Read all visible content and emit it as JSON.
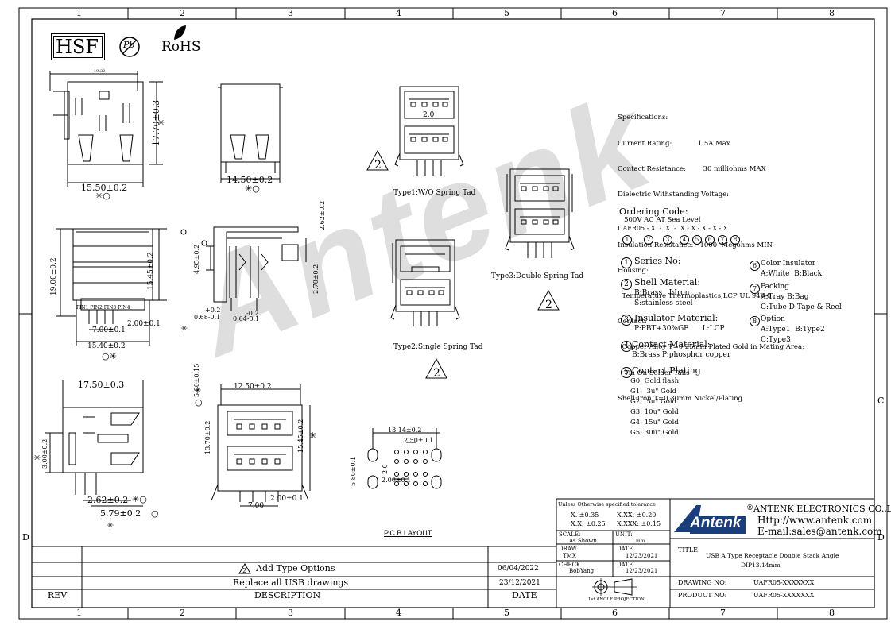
{
  "frame": {
    "top_columns": [
      "1",
      "2",
      "3",
      "4",
      "5",
      "6",
      "7",
      "8"
    ],
    "bottom_columns": [
      "1",
      "2",
      "3",
      "4",
      "5",
      "6",
      "7",
      "8"
    ],
    "left_rows": [
      "D"
    ],
    "right_rows": [
      "C",
      "D"
    ]
  },
  "logos": {
    "hsf": "HSF",
    "pb": "Pb",
    "rohs": "RoHS"
  },
  "watermark": "Antenk",
  "dims": {
    "d1_top": "19.30",
    "d1_side": "17.70±0.3",
    "d1_bottom": "15.50±0.2",
    "d2_bottom": "14.50±0.2",
    "d3_left": "19.00±0.2",
    "d3_right": "15.45±0.2",
    "d3_pins": "PIN1 PIN2 PIN3 PIN4",
    "d3_w": "2.00±0.1",
    "d3_p": "7.00±0.1",
    "d3_b": "15.40±0.2",
    "d4_a": "4.95±0.2",
    "d4_b": "2.62±0.2",
    "d4_c": "2.70±0.2",
    "d4_d": "+0.2",
    "d4_e": "0.68-0.1",
    "d4_f": "-0.2",
    "d4_g": "0.64-0.1",
    "d5_top": "17.50±0.3",
    "d5_left": "3.00±0.2",
    "d5_a": "2.62±0.2",
    "d5_b": "5.79±0.2",
    "d6_top": "12.50±0.2",
    "d6_left1": "5.80±0.15",
    "d6_left2": "13.70±0.2",
    "d6_right": "15.45±0.2",
    "d6_bot1": "2.00±0.1",
    "d6_bot2": "7.00",
    "pcb_w": "13.14±0.2",
    "pcb_p": "2.50±0.1",
    "pcb_h": "5.80±0.1",
    "pcb_a": "2.0",
    "pcb_b": "2.00±0.1"
  },
  "type_labels": {
    "t1": "Type1:W/O Spring Tad",
    "t2": "Type2:Single Spring Tad",
    "t3": "Type3:Double Spring Tad",
    "rev": "2",
    "port": "2.0"
  },
  "pcb_layout": "P.C.B LAYOUT",
  "specs": [
    "Specifications:",
    "Current Rating:            1.5A Max",
    "Contact Resistance:        30 milliohms MAX",
    "Dielectric Withstanding Voltage:",
    "   500V AC AT Sea Level",
    "Insulation Resistance:   1000  Megohms MIN",
    "Housing:",
    "  Temperature Thermoplastics,LCP UL 94V-0",
    "Contact:",
    "  Copper Alloy T=0.25mm Plated Gold in Mating Area;",
    "   Tin On Solder Tails",
    "Shell:Iron T=0.30mm Nickel/Plating"
  ],
  "ordering": {
    "title": "Ordering Code:",
    "code": "UAFR05 - X  -  X  -  X - X - X - X - X",
    "nums": [
      "1",
      "2",
      "3",
      "4",
      "5",
      "6",
      "7",
      "8"
    ]
  },
  "options_left": [
    {
      "num": "1",
      "title": "Series No:",
      "lines": []
    },
    {
      "num": "2",
      "title": "Shell Material:",
      "lines": [
        "B:Brass   I:Iron",
        "S:stainless steel"
      ]
    },
    {
      "num": "3",
      "title": "Insulator Material:",
      "lines": [
        "P:PBT+30%GF      L:LCP"
      ]
    },
    {
      "num": "4",
      "title": "Contact Material:",
      "lines": [
        "B:Brass  P:phosphor copper"
      ]
    },
    {
      "num": "5",
      "title": "Contact Plating",
      "lines": [
        "G0: Gold flash",
        "G1:  3u\" Gold",
        "G2:  5u\" Gold",
        "G3: 10u\" Gold",
        "G4: 15u\" Gold",
        "G5: 30u\" Gold"
      ]
    }
  ],
  "options_right": [
    {
      "num": "6",
      "title": "Color Insulator",
      "lines": [
        "A:White  B:Black"
      ]
    },
    {
      "num": "7",
      "title": "Packing",
      "lines": [
        "A:Tray B:Bag",
        "C:Tube D:Tape & Reel"
      ]
    },
    {
      "num": "8",
      "title": "Option",
      "lines": [
        "A:Type1  B:Type2",
        "C:Type3"
      ]
    }
  ],
  "tolerance": {
    "title": "Unless Otherwise specified tolerance",
    "a": "X. ±0.35",
    "b": "X.XX: ±0.20",
    "c": "X.X: ±0.25",
    "d": "X.XXX: ±0.15"
  },
  "company": {
    "logo": "Antenk",
    "name": "ANTENK ELECTRONICS CO.,LTD",
    "http": "Http://www.antenk.com",
    "email": "E-mail:sales@antenk.com"
  },
  "title_block": {
    "scale_label": "SCALE:",
    "scale_value": "As Shown",
    "unit_label": "UNIT:",
    "unit_value": "mm",
    "draw_label": "DRAW",
    "draw_value": "TMX",
    "date_label": "DATE",
    "draw_date": "12/23/2021",
    "check_label": "CHECK",
    "check_value": "BobYang",
    "check_date": "12/23/2021",
    "projection": "1st ANGLE PROJECTION",
    "title_label": "TITLE:",
    "title_value1": "USB A Type Receptacle Double Stack Angle",
    "title_value2": "DIP13.14mm",
    "drawing_label": "DRAWING NO:",
    "drawing_value": "UAFR05-XXXXXXX",
    "product_label": "PRODUCT NO:",
    "product_value": "UAFR05-XXXXXXX"
  },
  "revisions": {
    "rows": [
      {
        "tri": "2",
        "desc": "Add Type Options",
        "date": "06/04/2022"
      },
      {
        "tri": "",
        "desc": "Replace all USB drawings",
        "date": "23/12/2021"
      }
    ],
    "rev_header": "REV",
    "desc_header": "DESCRIPTION",
    "date_header": "DATE"
  }
}
